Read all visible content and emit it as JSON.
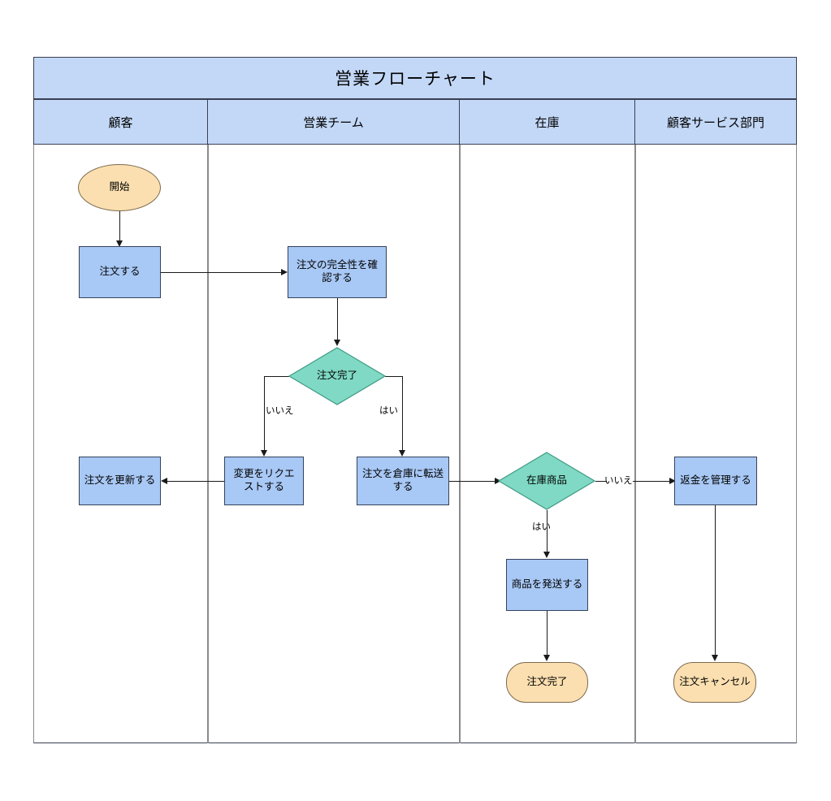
{
  "diagram": {
    "title": "営業フローチャート",
    "type": "swimlane-flowchart",
    "lanes": [
      {
        "id": "customer",
        "label": "顧客"
      },
      {
        "id": "sales",
        "label": "営業チーム"
      },
      {
        "id": "inventory",
        "label": "在庫"
      },
      {
        "id": "support",
        "label": "顧客サービス部門"
      }
    ],
    "nodes": [
      {
        "id": "start",
        "label": "開始",
        "shape": "terminator",
        "lane": "customer"
      },
      {
        "id": "place_order",
        "label": "注文する",
        "shape": "process",
        "lane": "customer"
      },
      {
        "id": "check_order",
        "label": "注文の完全性を確認する",
        "shape": "process",
        "lane": "sales"
      },
      {
        "id": "order_complete",
        "label": "注文完了",
        "shape": "decision",
        "lane": "sales"
      },
      {
        "id": "request_change",
        "label": "変更をリクエストする",
        "shape": "process",
        "lane": "sales"
      },
      {
        "id": "update_order",
        "label": "注文を更新する",
        "shape": "process",
        "lane": "customer"
      },
      {
        "id": "forward_order",
        "label": "注文を倉庫に転送する",
        "shape": "process",
        "lane": "sales"
      },
      {
        "id": "in_stock",
        "label": "在庫商品",
        "shape": "decision",
        "lane": "inventory"
      },
      {
        "id": "ship_goods",
        "label": "商品を発送する",
        "shape": "process",
        "lane": "inventory"
      },
      {
        "id": "order_done",
        "label": "注文完了",
        "shape": "stadium",
        "lane": "inventory"
      },
      {
        "id": "manage_refund",
        "label": "返金を管理する",
        "shape": "process",
        "lane": "support"
      },
      {
        "id": "order_cancelled",
        "label": "注文キャンセル",
        "shape": "stadium",
        "lane": "support"
      }
    ],
    "edge_labels": {
      "complete_no": "いいえ",
      "complete_yes": "はい",
      "stock_yes": "はい",
      "stock_no": "いいえ"
    },
    "colors": {
      "header_fill": "#c3d8f7",
      "process_fill": "#a8c8f5",
      "process_stroke": "#34425c",
      "decision_fill": "#7fd9c4",
      "decision_stroke": "#3f9b86",
      "terminator_fill": "#fbdfb0",
      "terminator_stroke": "#7d6a4e",
      "connector": "#1a1a1a",
      "frame_stroke": "#8a8a8a"
    }
  }
}
